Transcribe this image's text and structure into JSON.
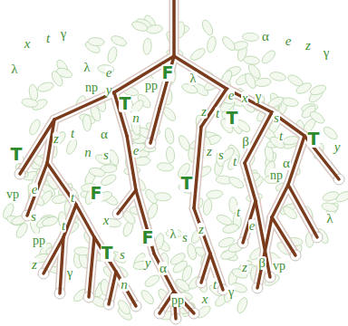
{
  "diagram": {
    "labels": [
      "x",
      "t",
      "γ",
      "α",
      "e",
      "z",
      "γ",
      "λ",
      "λ",
      "e",
      "np",
      "y",
      "F",
      "pp",
      "λ",
      "T",
      "n",
      "e",
      "x",
      "γ",
      "T",
      "s",
      "z",
      "t",
      "t",
      "T",
      "y",
      "β",
      "T",
      "z",
      "t",
      "α",
      "n",
      "s",
      "e",
      "z",
      "s",
      "t",
      "α",
      "np",
      "T",
      "F",
      "vp",
      "e",
      "t",
      "x",
      "t",
      "e",
      "λ",
      "F",
      "λ",
      "s",
      "z",
      "s",
      "t",
      "pp",
      "z",
      "T",
      "s",
      "y",
      "α",
      "z",
      "β",
      "vp",
      "γ",
      "n",
      "t",
      "x",
      "γ",
      "pp"
    ]
  }
}
